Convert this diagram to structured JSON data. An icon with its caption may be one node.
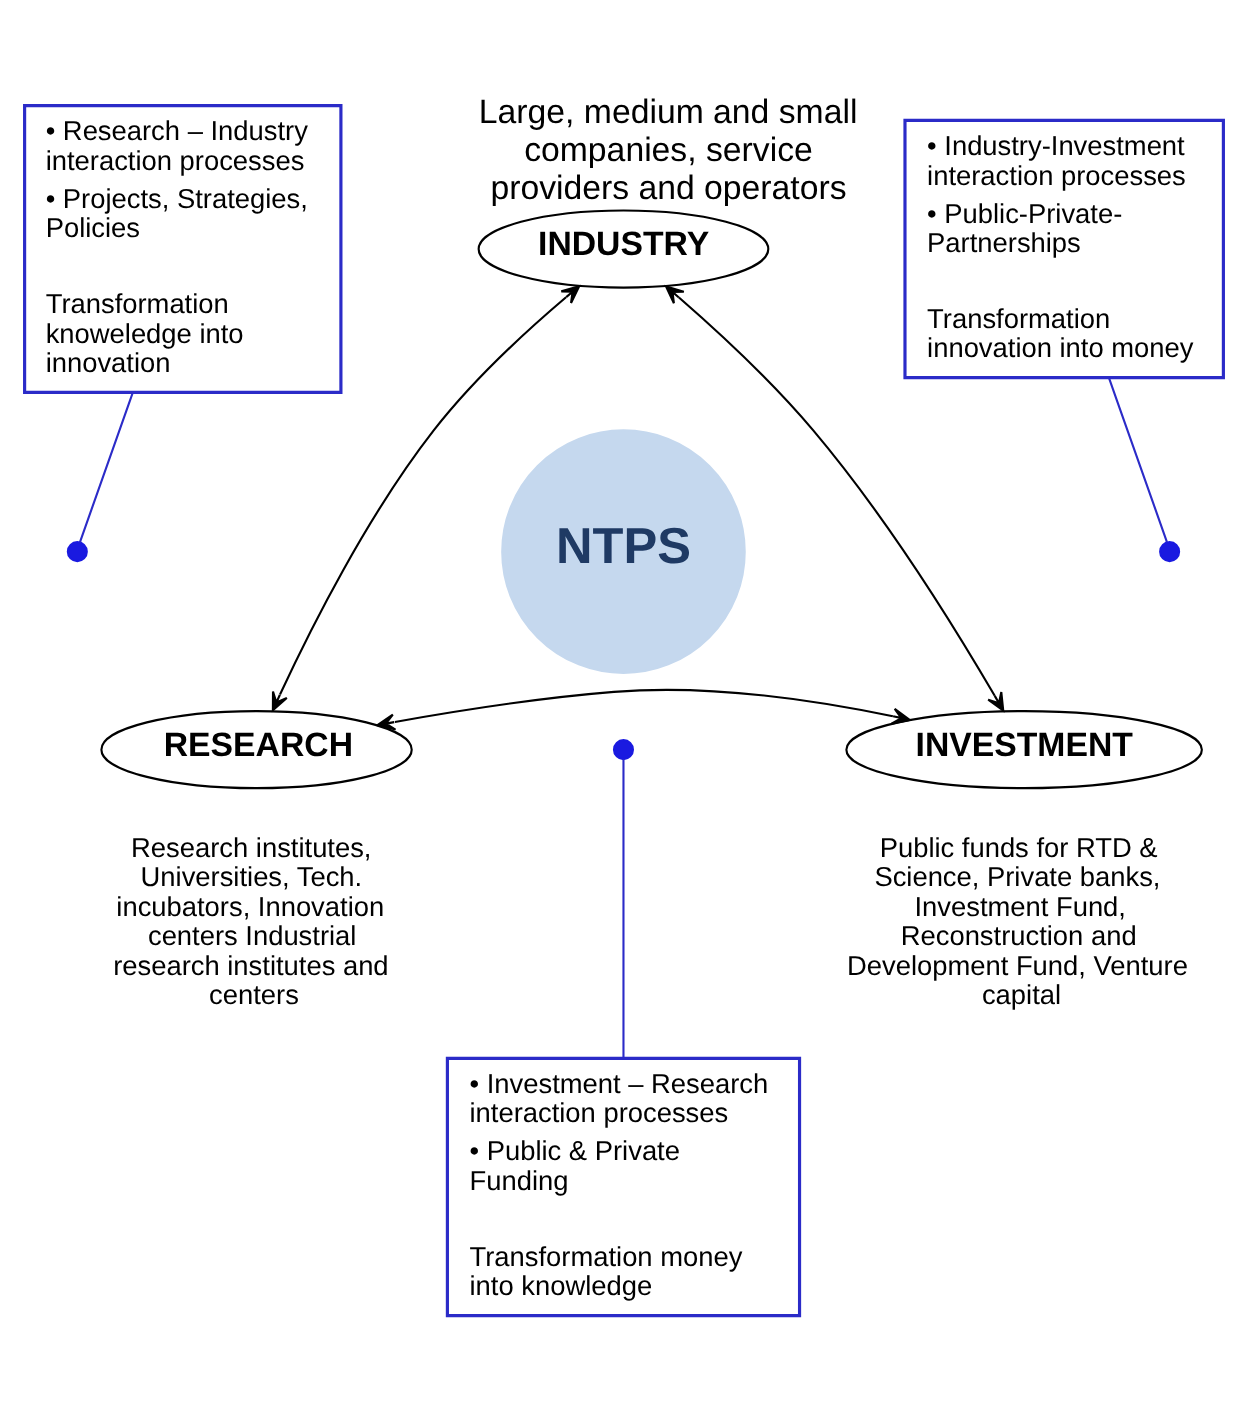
{
  "diagram": {
    "nodes": [
      {
        "text": [
          "INDUSTRY"
        ],
        "beside": [
          "Large, medium and small companies, service providers and operators"
        ]
      },
      {
        "text": [
          "RESEARCH"
        ],
        "beside": [
          "Research institutes, Universities, Tech. incubators, Innovation centers Industrial research institutes and centers"
        ]
      },
      {
        "text": [
          "INVESTMENT"
        ],
        "beside": [
          "Public funds for RTD & Science, Private banks, Investment Fund, Reconstruction and Development Fund, Venture capital"
        ]
      },
      {
        "text": [
          "NTPS"
        ]
      },
      {
        "text": [
          "• Research – Industry interaction processes",
          "• Projects, Strategies, Policies",
          "Transformation knoweledge into innovation"
        ]
      },
      {
        "text": [
          "• Industry-Investment interaction processes",
          "• Public-Private-Partnerships",
          "Transformation innovation into money"
        ]
      },
      {
        "text": [
          "• Investment – Research interaction processes",
          "• Public & Private Funding",
          "Transformation money into knowledge"
        ]
      },
      {
        "text": [],
        "shape": "circle"
      },
      {
        "text": [],
        "shape": "circle"
      },
      {
        "text": [],
        "shape": "circle"
      }
    ],
    "edges": [
      {
        "from": 0,
        "to": 1,
        "arrow": "both"
      },
      {
        "from": 0,
        "to": 2,
        "arrow": "both"
      },
      {
        "from": 1,
        "to": 2,
        "arrow": "both"
      },
      {
        "from": 4,
        "to": 7,
        "arrow": "none",
        "color": "#2b2bc8"
      },
      {
        "from": 5,
        "to": 8,
        "arrow": "none",
        "color": "#2b2bc8"
      },
      {
        "from": 6,
        "to": 9,
        "arrow": "none",
        "color": "#2b2bc8"
      }
    ]
  }
}
